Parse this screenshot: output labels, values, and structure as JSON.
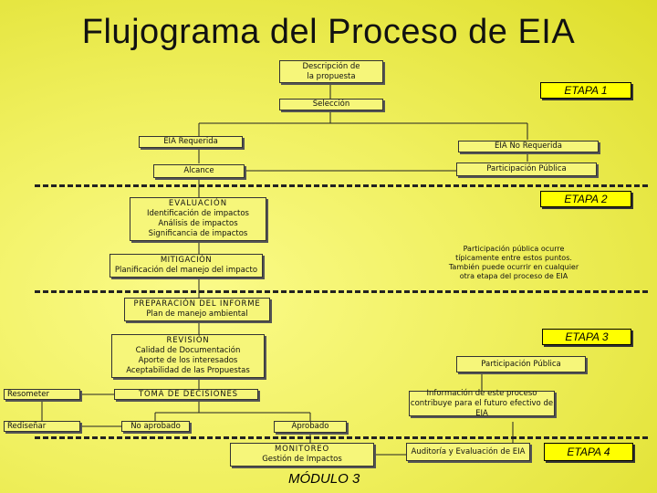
{
  "title": "Flujograma del Proceso de EIA",
  "nodes": {
    "descripcion": [
      "Descripción de",
      "la propuesta"
    ],
    "seleccion": [
      "Selección"
    ],
    "eia_requerida": [
      "EIA Requerida"
    ],
    "eia_no_requerida": [
      "EIA No Requerida"
    ],
    "alcance": [
      "Alcance"
    ],
    "participacion_publica_1": [
      "Participación Pública"
    ],
    "evaluacion": [
      "EVALUACIÓN",
      "Identificación de impactos",
      "Análisis de impactos",
      "Significancia de impactos"
    ],
    "mitigacion": [
      "MITIGACIÓN",
      "Planificación del manejo del impacto"
    ],
    "preparacion": [
      "PREPARACIÓN DEL INFORME",
      "Plan de manejo ambiental"
    ],
    "revision": [
      "REVISIÓN",
      "Calidad de Documentación",
      "Aporte de los interesados",
      "Aceptabilidad de las Propuestas"
    ],
    "participacion_publica_2": [
      "Participación Pública"
    ],
    "resometer": [
      "Resometer"
    ],
    "toma_decisiones": [
      "TOMA DE DECISIONES"
    ],
    "rediseñar": [
      "Rediseñar"
    ],
    "no_aprobado": [
      "No aprobado"
    ],
    "aprobado": [
      "Aprobado"
    ],
    "informacion": [
      "Información de este proceso",
      "contribuye para el futuro efectivo de EIA"
    ],
    "monitoreo": [
      "MONITOREO",
      "Gestión de Impactos"
    ],
    "auditoria": [
      "Auditoría y Evaluación de EIA"
    ]
  },
  "note_participacion": [
    "Participación pública ocurre",
    "típicamente entre estos puntos.",
    "También puede ocurrir en cualquier",
    "otra etapa del proceso de EIA"
  ],
  "etapas": {
    "etapa_1": "ETAPA 1",
    "etapa_2": "ETAPA 2",
    "etapa_3": "ETAPA 3",
    "etapa_4": "ETAPA 4"
  },
  "modulo": "MÓDULO 3"
}
